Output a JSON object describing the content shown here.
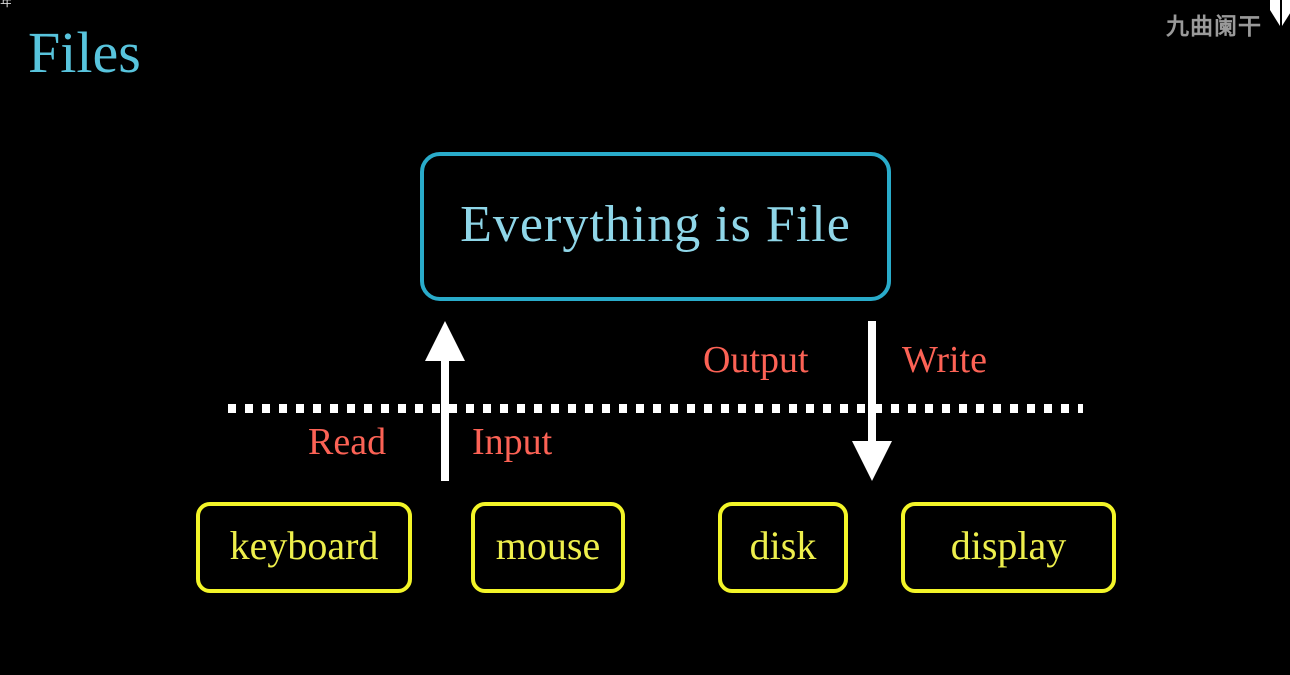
{
  "slide": {
    "title": "Files",
    "background_color": "#000000",
    "corner_glyph": "年"
  },
  "watermark": {
    "text": "九曲阑干",
    "color": "#9a9a9a"
  },
  "concept": {
    "label": "Everything is File",
    "border_color": "#29abca",
    "text_color": "#8fd6e8"
  },
  "boundary": {
    "style": "dotted",
    "color": "#ffffff"
  },
  "flows": [
    {
      "name": "read",
      "label": "Read",
      "color": "#fc6255",
      "direction": "up"
    },
    {
      "name": "input",
      "label": "Input",
      "color": "#fc6255",
      "direction": "up"
    },
    {
      "name": "output",
      "label": "Output",
      "color": "#fc6255",
      "direction": "down"
    },
    {
      "name": "write",
      "label": "Write",
      "color": "#fc6255",
      "direction": "down"
    }
  ],
  "arrows": [
    {
      "name": "input-arrow",
      "direction": "up",
      "color": "#ffffff"
    },
    {
      "name": "output-arrow",
      "direction": "down",
      "color": "#ffffff"
    }
  ],
  "devices": {
    "border_color": "#f3f528",
    "text_color": "#eeef4c",
    "items": [
      {
        "name": "keyboard",
        "label": "keyboard"
      },
      {
        "name": "mouse",
        "label": "mouse"
      },
      {
        "name": "disk",
        "label": "disk"
      },
      {
        "name": "display",
        "label": "display"
      }
    ]
  }
}
